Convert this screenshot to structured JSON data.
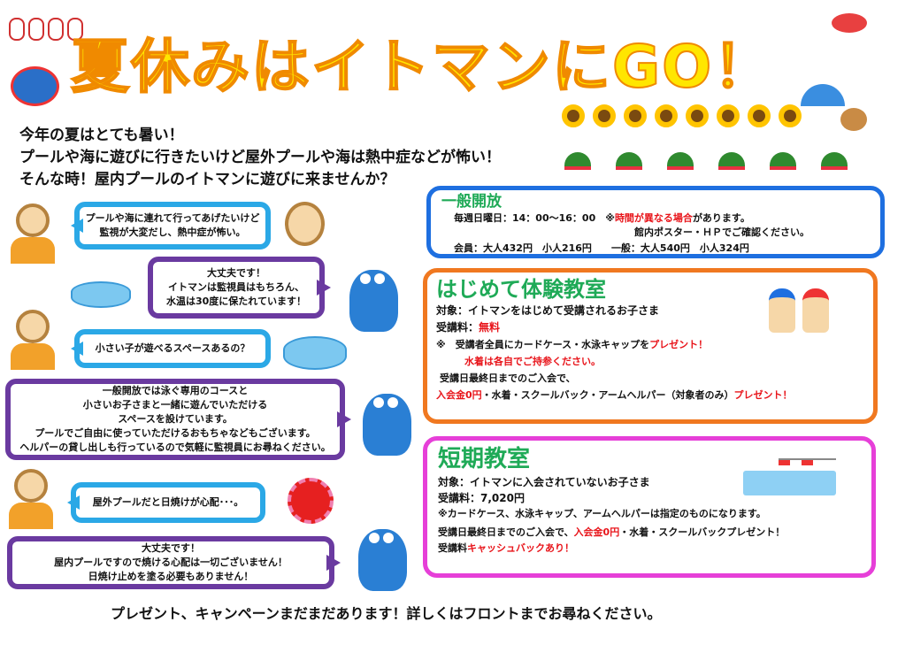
{
  "title": "夏休みはイトマンにGO！",
  "intro": [
    "今年の夏はとても暑い！",
    "プールや海に遊びに行きたいけど屋外プールや海は熱中症などが怖い！",
    "そんな時！屋内プールのイトマンに遊びに来ませんか？"
  ],
  "conversation": [
    {
      "speaker": "mother",
      "lines": [
        "プールや海に連れて行ってあげたいけど",
        "監視が大変だし、熱中症が怖い。"
      ]
    },
    {
      "speaker": "staff",
      "lines": [
        "大丈夫です！",
        "イトマンは監視員はもちろん、",
        "水温は30度に保たれています！"
      ]
    },
    {
      "speaker": "mother",
      "lines": [
        "小さい子が遊べるスペースあるの？"
      ]
    },
    {
      "speaker": "staff",
      "lines": [
        "一般開放では泳ぐ専用のコースと",
        "小さいお子さまと一緒に遊んでいただける",
        "スペースを設けています。",
        "プールでご自由に使っていただけるおもちゃなどもございます。",
        "ヘルパーの貸し出しも行っているので気軽に監視員にお尋ねください。"
      ]
    },
    {
      "speaker": "mother",
      "lines": [
        "屋外プールだと日焼けが心配･･･。"
      ]
    },
    {
      "speaker": "staff",
      "lines": [
        "大丈夫です！",
        "屋内プールですので焼ける心配は一切ございません！",
        "日焼け止めを塗る必要もありません！"
      ]
    }
  ],
  "open": {
    "heading": "一般開放",
    "schedule": "毎週日曜日：14：00～16：00",
    "note_prefix": "※",
    "note_red": "時間が異なる場合",
    "note_suffix": "があります。",
    "note2": "館内ポスター・ＨＰでご確認ください。",
    "member": "会員：大人432円　小人216円",
    "general": "一般：大人540円　小人324円"
  },
  "trial": {
    "heading": "はじめて体験教室",
    "target": "対象：イトマンをはじめて受講されるお子さま",
    "fee_label": "受講料：",
    "fee": "無料",
    "present_a": "※　受講者全員にカードケース・水泳キャップを",
    "present_red": "プレゼント！",
    "swimwear": "水着は各自でご持参ください。",
    "join": "受講日最終日までのご入会で、",
    "join_red": "入会金0円",
    "join_mid": "・水着・スクールバック・アームヘルパー（対象者のみ）",
    "join_red2": "プレゼント！"
  },
  "short": {
    "heading": "短期教室",
    "target": "対象：イトマンに入会されていないお子さま",
    "fee": "受講料：7,020円",
    "note": "※カードケース、水泳キャップ、アームヘルパーは指定のものになります。",
    "join": "受講日最終日までのご入会で、",
    "join_red": "入会金0円",
    "join_mid": "・水着・スクールバックプレゼント！",
    "cash_a": "受講料",
    "cash_red": "キャッシュバックあり！"
  },
  "footer": "プレゼント、キャンペーンまだまだあります！詳しくはフロントまでお尋ねください。",
  "colors": {
    "blue": "#1e6fe0",
    "orange": "#f07820",
    "magenta": "#e63fd8",
    "green": "#1faa57",
    "red": "#e8141a"
  }
}
